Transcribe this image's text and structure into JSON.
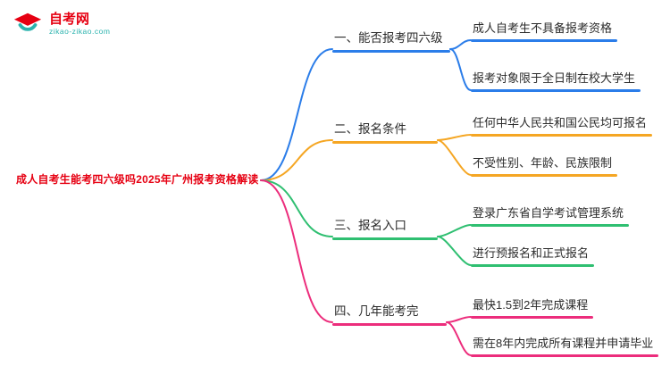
{
  "logo": {
    "name": "自考网",
    "domain": "zikao-zikao.com",
    "brand_red": "#E60012",
    "brand_teal": "#2BB3AE"
  },
  "root": {
    "label": "成人自考生能考四六级吗2025年广州报考资格解读",
    "color": "#E60012"
  },
  "branches": [
    {
      "label": "一、能否报考四六级",
      "color": "#2B7DE9",
      "children": [
        "成人自考生不具备报考资格",
        "报考对象限于全日制在校大学生"
      ]
    },
    {
      "label": "二、报名条件",
      "color": "#F5A623",
      "children": [
        "任何中华人民共和国公民均可报名",
        "不受性别、年龄、民族限制"
      ]
    },
    {
      "label": "三、报名入口",
      "color": "#2FBF71",
      "children": [
        "登录广东省自学考试管理系统",
        "进行预报名和正式报名"
      ]
    },
    {
      "label": "四、几年能考完",
      "color": "#EC2D7C",
      "children": [
        "最快1.5到2年完成课程",
        "需在8年内完成所有课程并申请毕业"
      ]
    }
  ]
}
